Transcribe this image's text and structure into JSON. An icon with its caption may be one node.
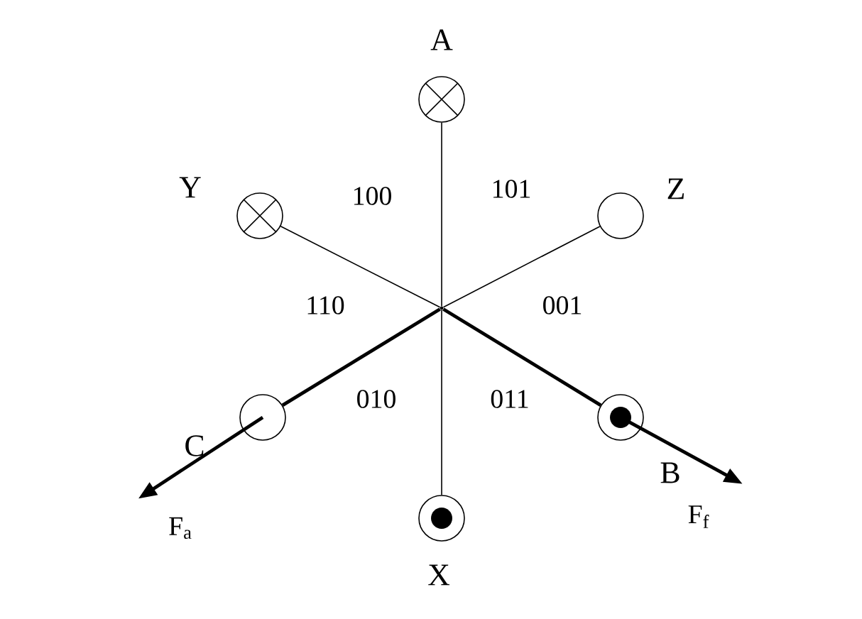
{
  "diagram": {
    "nodes": [
      {
        "text": [],
        "shape": "point"
      },
      {
        "text": [],
        "shape": "circle",
        "beside": [
          "A"
        ]
      },
      {
        "text": [],
        "shape": "circle",
        "beside": [
          "Y"
        ]
      },
      {
        "text": [],
        "shape": "circle",
        "beside": [
          "Z"
        ]
      },
      {
        "text": [],
        "shape": "circle",
        "beside": [
          "C"
        ]
      },
      {
        "text": [],
        "shape": "circle",
        "beside": [
          "B"
        ]
      },
      {
        "text": [],
        "shape": "circle",
        "beside": [
          "X"
        ]
      },
      {
        "text": [
          "F$_{a}$"
        ]
      },
      {
        "text": [
          "F$_{f}$"
        ]
      }
    ],
    "edges": [
      {
        "from": 0,
        "to": 1,
        "arrow": "none"
      },
      {
        "from": 0,
        "to": 2,
        "arrow": "none"
      },
      {
        "from": 0,
        "to": 3,
        "arrow": "none"
      },
      {
        "from": 0,
        "to": 6,
        "arrow": "none"
      },
      {
        "from": 0,
        "to": 4,
        "arrow": "none",
        "style": "thick"
      },
      {
        "from": 4,
        "to": 7,
        "arrow": "to",
        "style": "thick"
      },
      {
        "from": 0,
        "to": 5,
        "arrow": "none",
        "style": "thick"
      },
      {
        "from": 5,
        "to": 8,
        "arrow": "to",
        "style": "thick"
      }
    ],
    "labels": [
      "100",
      "101",
      "110",
      "001",
      "010",
      "011"
    ]
  }
}
